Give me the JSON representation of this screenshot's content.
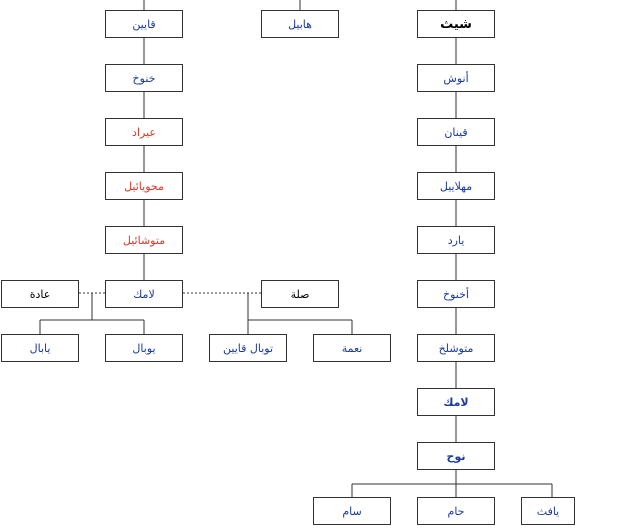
{
  "colors": {
    "blue": "#1a3a9c",
    "red": "#d93a2a",
    "black": "#000000"
  },
  "nodes": {
    "qabil": "قايين",
    "habil": "هابيل",
    "shith": "شيث",
    "hanokh": "خنوخ",
    "anosh": "أنوش",
    "irad": "عيراد",
    "qinan": "قينان",
    "mahuyail": "محويائيل",
    "mahalalil": "مهلاييل",
    "mutushail": "متوشائيل",
    "yarid": "يارد",
    "lamek1": "لامك",
    "ada": "عادة",
    "silla": "صلة",
    "akhnukh": "أخنوخ",
    "yabal": "يابال",
    "yubal": "يوبال",
    "tubal_qayin": "توبال قايين",
    "naama": "نعمة",
    "mutushalakh": "متوشلخ",
    "lamek2": "لامك",
    "nuh": "نوح",
    "sam": "سام",
    "ham": "حام",
    "yafith": "يافث"
  }
}
